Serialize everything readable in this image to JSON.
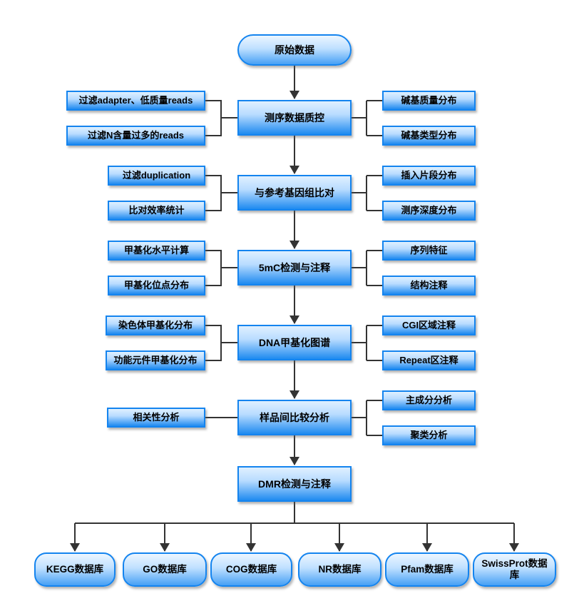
{
  "flowchart": {
    "start_node": {
      "label": "原始数据"
    },
    "rows": [
      {
        "center": "测序数据质控",
        "left": [
          "过滤adapter、低质量reads",
          "过滤N含量过多的reads"
        ],
        "right": [
          "碱基质量分布",
          "碱基类型分布"
        ]
      },
      {
        "center": "与参考基因组比对",
        "left": [
          "过滤duplication",
          "比对效率统计"
        ],
        "right": [
          "插入片段分布",
          "测序深度分布"
        ]
      },
      {
        "center": "5mC检测与注释",
        "left": [
          "甲基化水平计算",
          "甲基化位点分布"
        ],
        "right": [
          "序列特征",
          "结构注释"
        ]
      },
      {
        "center": "DNA甲基化图谱",
        "left": [
          "染色体甲基化分布",
          "功能元件甲基化分布"
        ],
        "right": [
          "CGI区域注释",
          "Repeat区注释"
        ]
      },
      {
        "center": "样品间比较分析",
        "left": [
          "相关性分析"
        ],
        "right": [
          "主成分分析",
          "聚类分析"
        ]
      }
    ],
    "dmr_node": "DMR检测与注释",
    "databases": [
      "KEGG数据库",
      "GO数据库",
      "COG数据库",
      "NR数据库",
      "Pfam数据库",
      "SwissProt数据库"
    ],
    "colors": {
      "node_fill_top": "#dff0ff",
      "node_fill_bottom": "#1e8af0",
      "node_border": "#1484ef",
      "connector_line": "#333333",
      "text": "#000000"
    }
  }
}
